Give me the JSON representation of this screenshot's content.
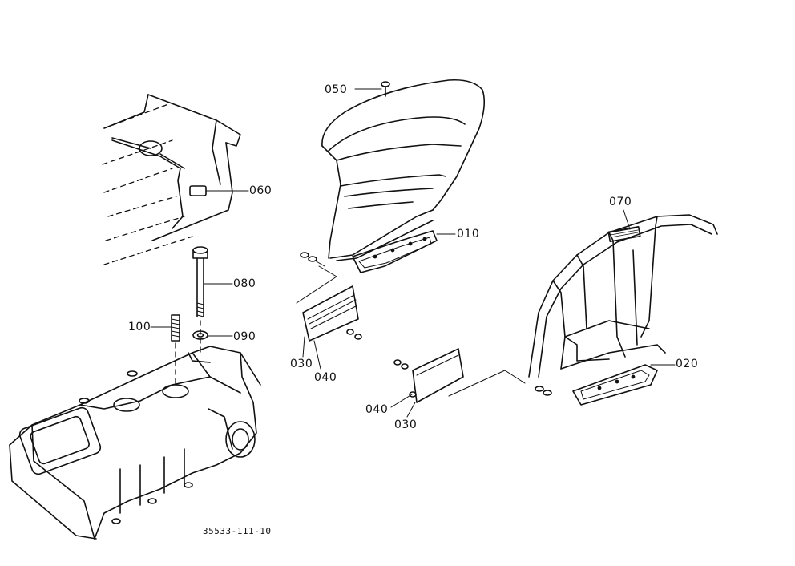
{
  "callouts": {
    "p050": "050",
    "p060": "060",
    "p010": "010",
    "p080": "080",
    "p070": "070",
    "p100": "100",
    "p090": "090",
    "p030_left": "030",
    "p040_left": "040",
    "p020": "020",
    "p040_right": "040",
    "p030_right": "030"
  },
  "drawing_number": "35533-111-10",
  "colors": {
    "ink": "#111111",
    "paper": "#ffffff"
  }
}
